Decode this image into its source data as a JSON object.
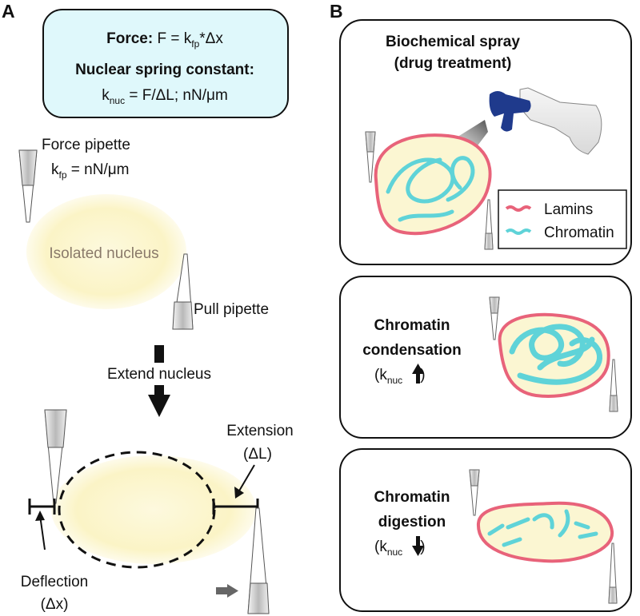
{
  "panel_a": {
    "letter": "A",
    "force_title": "Force:",
    "force_formula_pre": "F = k",
    "force_formula_sub": "fp",
    "force_formula_post": "*Δx",
    "spring_title": "Nuclear spring constant:",
    "spring_k": "k",
    "spring_k_sub": "nuc",
    "spring_rest": " = F/ΔL; nN/μm",
    "force_pipette": "Force pipette",
    "kfp_k": "k",
    "kfp_sub": "fp",
    "kfp_rest": " = nN/μm",
    "isolated_nucleus": "Isolated nucleus",
    "pull_pipette": "Pull pipette",
    "extend_nucleus": "Extend nucleus",
    "extension": "Extension",
    "extension_sym": "(ΔL)",
    "deflection": "Deflection",
    "deflection_sym": "(Δx)"
  },
  "panel_b": {
    "letter": "B",
    "spray_line1": "Biochemical spray",
    "spray_line2": "(drug treatment)",
    "legend_lamins": "Lamins",
    "legend_chromatin": "Chromatin",
    "condensation_line1": "Chromatin",
    "condensation_line2": "condensation",
    "digestion_line1": "Chromatin",
    "digestion_line2": "digestion",
    "k_open": "(k",
    "k_sub": "nuc",
    "k_close": ")"
  },
  "colors": {
    "lamins": "#e8637a",
    "chromatin": "#5fd3d8",
    "formula_box": "#dff8fb",
    "nucleus_fill": "#fbf6d2",
    "spray_blue": "#1f3a8c"
  }
}
